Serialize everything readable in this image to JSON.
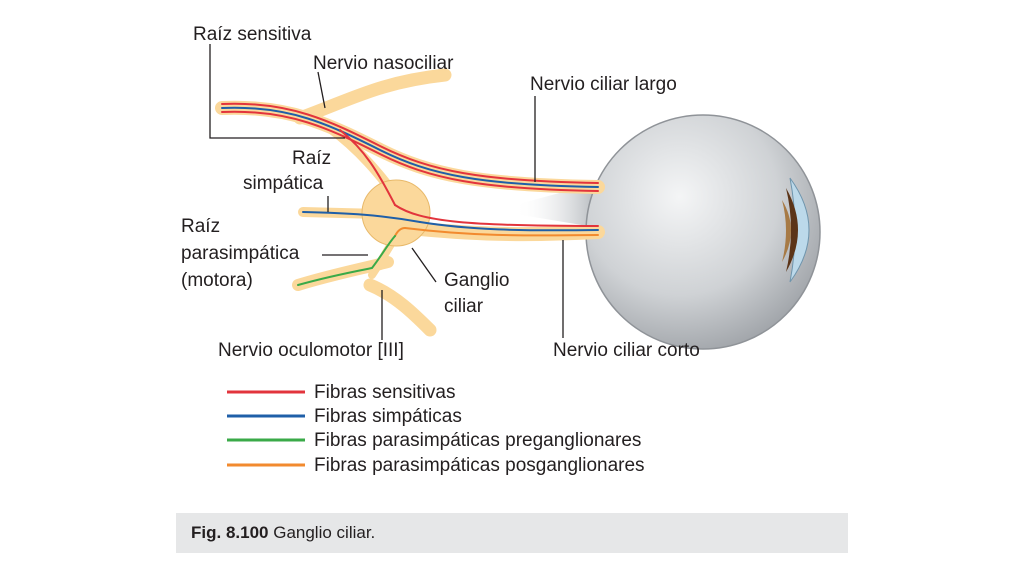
{
  "labels": {
    "raiz_sensitiva": "Raíz sensitiva",
    "nervio_nasociliar": "Nervio nasociliar",
    "nervio_ciliar_largo": "Nervio ciliar largo",
    "raiz_simpatica_1": "Raíz",
    "raiz_simpatica_2": "simpática",
    "raiz_parasimpatica_1": "Raíz",
    "raiz_parasimpatica_2": "parasimpática",
    "raiz_parasimpatica_3": "(motora)",
    "ganglio_ciliar_1": "Ganglio",
    "ganglio_ciliar_2": "ciliar",
    "nervio_oculomotor": "Nervio oculomotor [III]",
    "nervio_ciliar_corto": "Nervio ciliar corto"
  },
  "legend": [
    {
      "label": "Fibras sensitivas",
      "color": "#e2343c"
    },
    {
      "label": "Fibras simpáticas",
      "color": "#1f5fa8"
    },
    {
      "label": "Fibras parasimpáticas preganglionares",
      "color": "#3aaa48"
    },
    {
      "label": "Fibras parasimpáticas posganglionares",
      "color": "#f28a2e"
    }
  ],
  "caption": {
    "fig_label": "Fig. 8.100",
    "text": "Ganglio ciliar."
  },
  "colors": {
    "nerve": "#fbd89b",
    "nerve_edge": "#e8b96a",
    "eye": "#d3d5d8",
    "leader": "#231f20"
  }
}
